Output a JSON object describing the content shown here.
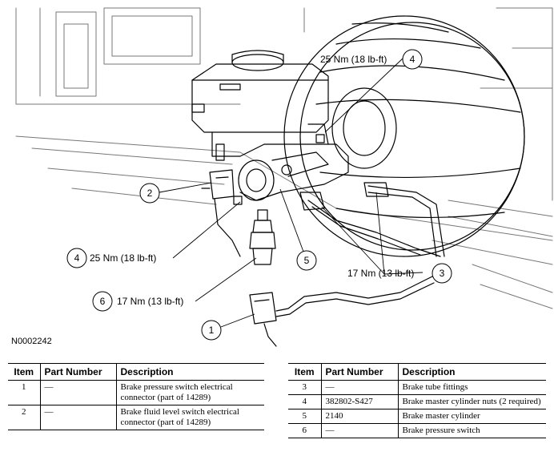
{
  "figure_id": "N0002242",
  "callouts": [
    {
      "num": "1",
      "text": ""
    },
    {
      "num": "2",
      "text": ""
    },
    {
      "num": "3",
      "text": "17 Nm (13 lb-ft)"
    },
    {
      "num": "4",
      "text": "25 Nm (18 lb-ft)"
    },
    {
      "num": "4",
      "text": "25 Nm (18 lb-ft)"
    },
    {
      "num": "5",
      "text": ""
    },
    {
      "num": "6",
      "text": "17 Nm (13 lb-ft)"
    }
  ],
  "table_headers": {
    "item": "Item",
    "part_number": "Part Number",
    "description": "Description"
  },
  "parts_left": [
    {
      "item": "1",
      "part_number": "—",
      "description": "Brake pressure switch electrical connector (part of 14289)"
    },
    {
      "item": "2",
      "part_number": "—",
      "description": "Brake fluid level switch electrical connector (part of 14289)"
    }
  ],
  "parts_right": [
    {
      "item": "3",
      "part_number": "—",
      "description": "Brake tube fittings"
    },
    {
      "item": "4",
      "part_number": "382802-S427",
      "description": "Brake master cylinder nuts (2 required)"
    },
    {
      "item": "5",
      "part_number": "2140",
      "description": "Brake master cylinder"
    },
    {
      "item": "6",
      "part_number": "—",
      "description": "Brake pressure switch"
    }
  ]
}
